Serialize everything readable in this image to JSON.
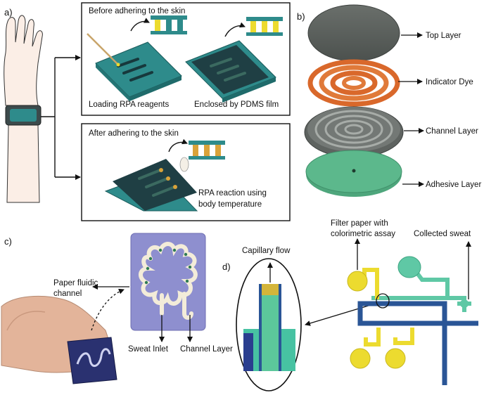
{
  "panels": {
    "a": "a)",
    "b": "b)",
    "c": "c)",
    "d": "d)"
  },
  "panel_a": {
    "before_title": "Before adhering to the skin",
    "loading_label": "Loading RPA reagents",
    "enclosed_label": "Enclosed by PDMS film",
    "after_title": "After adhering to the skin",
    "rpa_line1": "RPA reaction using",
    "rpa_line2": "body temperature"
  },
  "panel_b": {
    "layers": [
      "Top Layer",
      "Indicator Dye",
      "Channel Layer",
      "Adhesive Layer"
    ]
  },
  "panel_c": {
    "paper_line1": "Paper fluidic",
    "paper_line2": "channel",
    "sweat_inlet": "Sweat Inlet",
    "channel_layer": "Channel Layer"
  },
  "panel_d": {
    "capillary_flow": "Capillary flow",
    "filter_line1": "Filter paper with",
    "filter_line2": "colorimetric assay",
    "collected_sweat": "Collected sweat"
  },
  "colors": {
    "teal": "#2e8b8b",
    "dark_chip": "#1f3f44",
    "orange": "#d9682b",
    "grey_disk": "#5e6360",
    "green_adhesive": "#5cb88c",
    "purple_patch": "#8e8fcf",
    "yellow": "#ecdb2f",
    "blue_channel": "#2a5596",
    "mint": "#5fc8a5"
  }
}
